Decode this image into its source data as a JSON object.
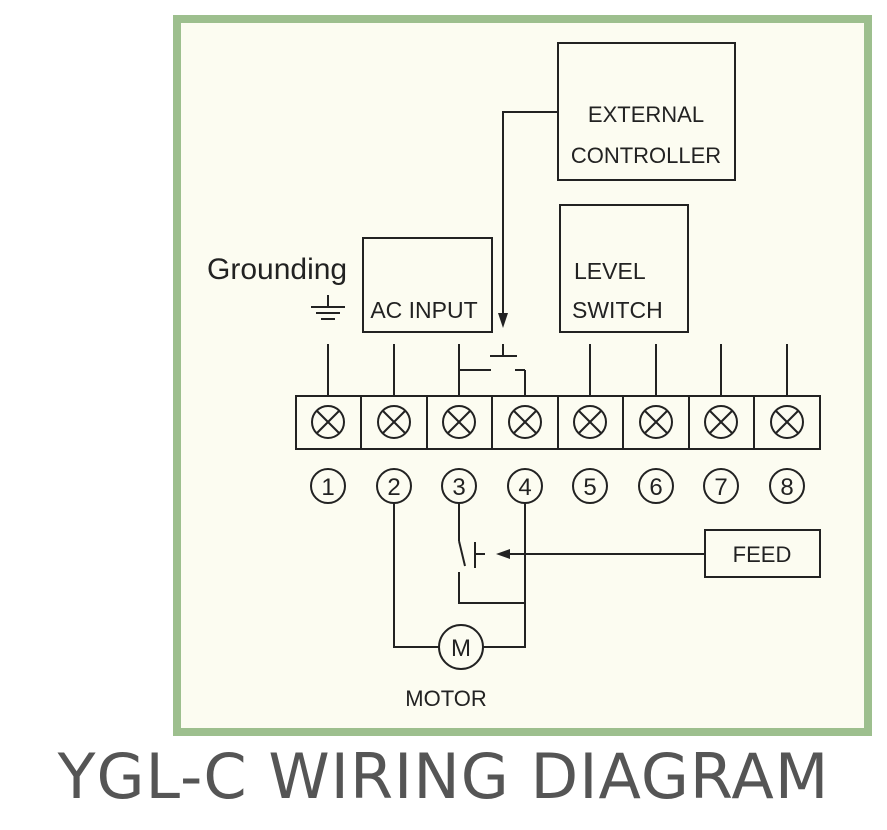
{
  "labels": {
    "grounding": "Grounding",
    "ac_input": "AC INPUT",
    "external_controller_line1": "EXTERNAL",
    "external_controller_line2": "CONTROLLER",
    "level_switch_line1": "LEVEL",
    "level_switch_line2": "SWITCH",
    "feed": "FEED",
    "motor_symbol": "M",
    "motor": "MOTOR"
  },
  "terminals": [
    "1",
    "2",
    "3",
    "4",
    "5",
    "6",
    "7",
    "8"
  ],
  "title": "YGL-C WIRING DIAGRAM",
  "colors": {
    "frame": "#9dbf8e",
    "panel": "#fcfcf1",
    "line": "#222222",
    "title": "#555555"
  }
}
